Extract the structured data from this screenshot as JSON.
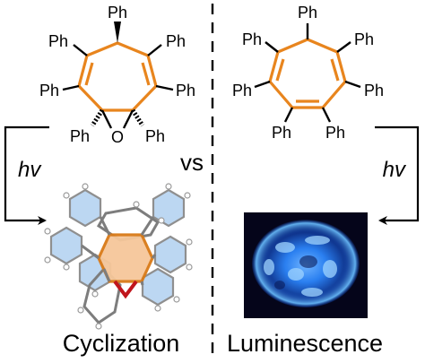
{
  "left_molecule": {
    "substituents": [
      "Ph",
      "Ph",
      "Ph",
      "Ph",
      "Ph",
      "Ph",
      "Ph"
    ],
    "bridge_atom": "O"
  },
  "right_molecule": {
    "substituents": [
      "Ph",
      "Ph",
      "Ph",
      "Ph",
      "Ph",
      "Ph",
      "Ph"
    ]
  },
  "comparison_label": "vs",
  "left_stimulus": "hv",
  "right_stimulus": "hv",
  "left_caption": "Cyclization",
  "right_caption": "Luminescence",
  "colors": {
    "ring_orange": "#e8851e",
    "light_blue_rings": "#b9d5f2",
    "luminescence_blue": "#2a8dff",
    "photo_background": "#05051a"
  }
}
